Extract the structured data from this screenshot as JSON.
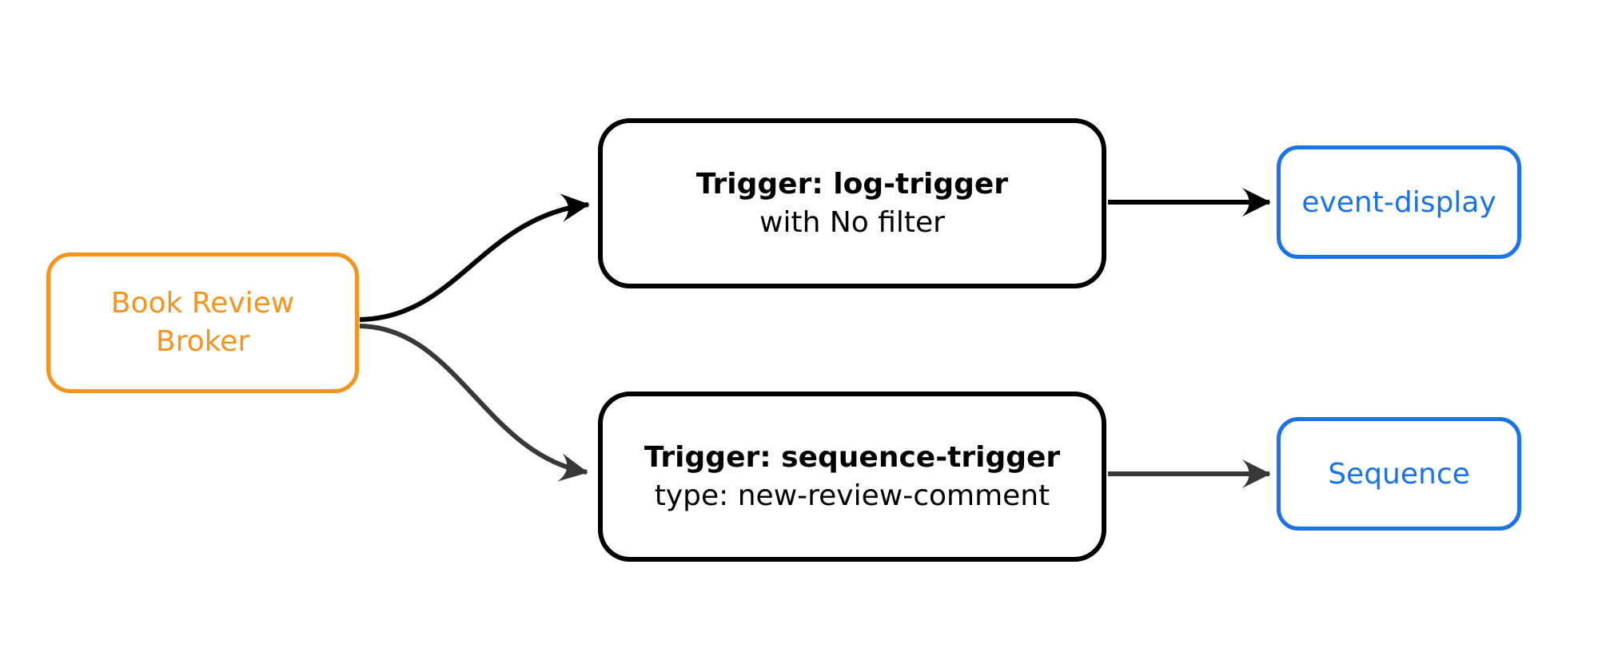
{
  "diagram": {
    "type": "flowchart",
    "background": "#ffffff",
    "colors": {
      "edge_top": "#000000",
      "edge_bottom": "#383838",
      "broker_accent": "#f7941e",
      "trigger_accent": "#000000",
      "sink_accent": "#1a73e8"
    },
    "nodes": {
      "broker": {
        "lines": [
          "Book Review",
          "Broker"
        ]
      },
      "log_trigger": {
        "title": "Trigger: log-trigger",
        "subtitle": "with No filter"
      },
      "sequence_trigger": {
        "title": "Trigger: sequence-trigger",
        "subtitle": "type: new-review-comment"
      },
      "event_display": {
        "label": "event-display"
      },
      "sequence": {
        "label": "Sequence"
      }
    },
    "edges": [
      {
        "from": "Book Review Broker",
        "to": "Trigger: log-trigger"
      },
      {
        "from": "Book Review Broker",
        "to": "Trigger: sequence-trigger"
      },
      {
        "from": "Trigger: log-trigger",
        "to": "event-display"
      },
      {
        "from": "Trigger: sequence-trigger",
        "to": "Sequence"
      }
    ]
  }
}
